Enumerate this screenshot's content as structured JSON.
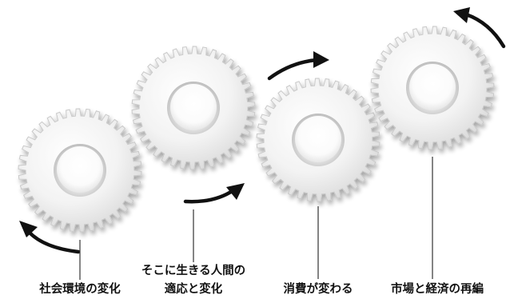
{
  "gears": [
    {
      "id": "social-environment",
      "label_lines": [
        "社会環境の変化"
      ]
    },
    {
      "id": "human-adaptation",
      "label_lines": [
        "そこに生きる人間の",
        "適応と変化"
      ]
    },
    {
      "id": "consumption",
      "label_lines": [
        "消費が変わる"
      ]
    },
    {
      "id": "market-economy",
      "label_lines": [
        "市場と経済の再編"
      ]
    }
  ],
  "colors": {
    "gear_face": "#f7f7f7",
    "gear_edge": "#d2d2d2",
    "gear_shadow": "#9a9a9a",
    "hub_inner": "#ffffff",
    "arrow": "#111111",
    "text": "#111111",
    "background": "#ffffff"
  }
}
